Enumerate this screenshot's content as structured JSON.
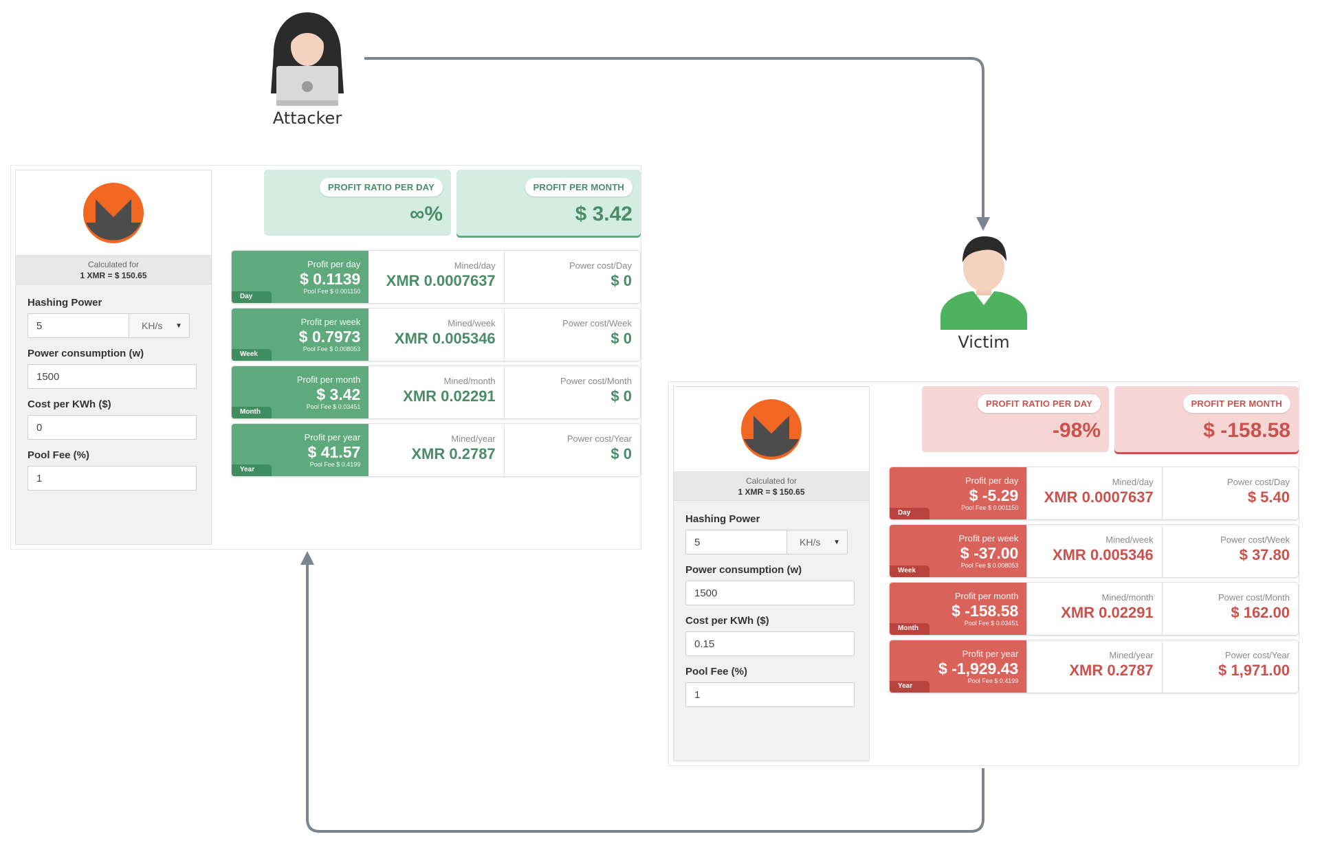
{
  "attacker": {
    "label": "Attacker"
  },
  "victim": {
    "label": "Victim"
  },
  "calculators": {
    "attacker": {
      "calculated_for": "Calculated for",
      "rate": "1 XMR = $ 150.65",
      "inputs": {
        "hashing_power": {
          "label": "Hashing Power",
          "value": "5",
          "unit": "KH/s"
        },
        "power_consumption": {
          "label": "Power consumption (w)",
          "value": "1500"
        },
        "cost_per_kwh": {
          "label": "Cost per KWh ($)",
          "value": "0"
        },
        "pool_fee": {
          "label": "Pool Fee (%)",
          "value": "1"
        }
      },
      "summary": {
        "ratio_label": "PROFIT RATIO PER DAY",
        "ratio_value": "∞%",
        "month_label": "PROFIT PER MONTH",
        "month_value": "$ 3.42"
      },
      "rows": [
        {
          "profit_label": "Profit per day",
          "profit": "$ 0.1139",
          "fee": "Pool Fee $ 0.001150",
          "period": "Day",
          "mined_label": "Mined/day",
          "mined": "XMR 0.0007637",
          "cost_label": "Power cost/Day",
          "cost": "$ 0"
        },
        {
          "profit_label": "Profit per week",
          "profit": "$ 0.7973",
          "fee": "Pool Fee $ 0.008053",
          "period": "Week",
          "mined_label": "Mined/week",
          "mined": "XMR 0.005346",
          "cost_label": "Power cost/Week",
          "cost": "$ 0"
        },
        {
          "profit_label": "Profit per month",
          "profit": "$ 3.42",
          "fee": "Pool Fee $ 0.03451",
          "period": "Month",
          "mined_label": "Mined/month",
          "mined": "XMR 0.02291",
          "cost_label": "Power cost/Month",
          "cost": "$ 0"
        },
        {
          "profit_label": "Profit per year",
          "profit": "$ 41.57",
          "fee": "Pool Fee $ 0.4199",
          "period": "Year",
          "mined_label": "Mined/year",
          "mined": "XMR 0.2787",
          "cost_label": "Power cost/Year",
          "cost": "$ 0"
        }
      ]
    },
    "victim": {
      "calculated_for": "Calculated for",
      "rate": "1 XMR = $ 150.65",
      "inputs": {
        "hashing_power": {
          "label": "Hashing Power",
          "value": "5",
          "unit": "KH/s"
        },
        "power_consumption": {
          "label": "Power consumption (w)",
          "value": "1500"
        },
        "cost_per_kwh": {
          "label": "Cost per KWh ($)",
          "value": "0.15"
        },
        "pool_fee": {
          "label": "Pool Fee (%)",
          "value": "1"
        }
      },
      "summary": {
        "ratio_label": "PROFIT RATIO PER DAY",
        "ratio_value": "-98%",
        "month_label": "PROFIT PER MONTH",
        "month_value": "$ -158.58"
      },
      "rows": [
        {
          "profit_label": "Profit per day",
          "profit": "$ -5.29",
          "fee": "Pool Fee $ 0.001150",
          "period": "Day",
          "mined_label": "Mined/day",
          "mined": "XMR 0.0007637",
          "cost_label": "Power cost/Day",
          "cost": "$ 5.40"
        },
        {
          "profit_label": "Profit per week",
          "profit": "$ -37.00",
          "fee": "Pool Fee $ 0.008053",
          "period": "Week",
          "mined_label": "Mined/week",
          "mined": "XMR 0.005346",
          "cost_label": "Power cost/Week",
          "cost": "$ 37.80"
        },
        {
          "profit_label": "Profit per month",
          "profit": "$ -158.58",
          "fee": "Pool Fee $ 0.03451",
          "period": "Month",
          "mined_label": "Mined/month",
          "mined": "XMR 0.02291",
          "cost_label": "Power cost/Month",
          "cost": "$ 162.00"
        },
        {
          "profit_label": "Profit per year",
          "profit": "$ -1,929.43",
          "fee": "Pool Fee $ 0.4199",
          "period": "Year",
          "mined_label": "Mined/year",
          "mined": "XMR 0.2787",
          "cost_label": "Power cost/Year",
          "cost": "$ 1,971.00"
        }
      ]
    }
  },
  "colors": {
    "flow_arrow": "#7b8591",
    "profit_green": "#5eaa7d",
    "loss_red": "#d9625b",
    "monero_orange": "#f26822",
    "monero_grey": "#4c4c4c"
  },
  "icons": {
    "attacker": "hooded-hacker-with-laptop-icon",
    "victim": "user-person-icon",
    "logo": "monero-logo-icon",
    "dropdown": "chevron-down-icon"
  }
}
